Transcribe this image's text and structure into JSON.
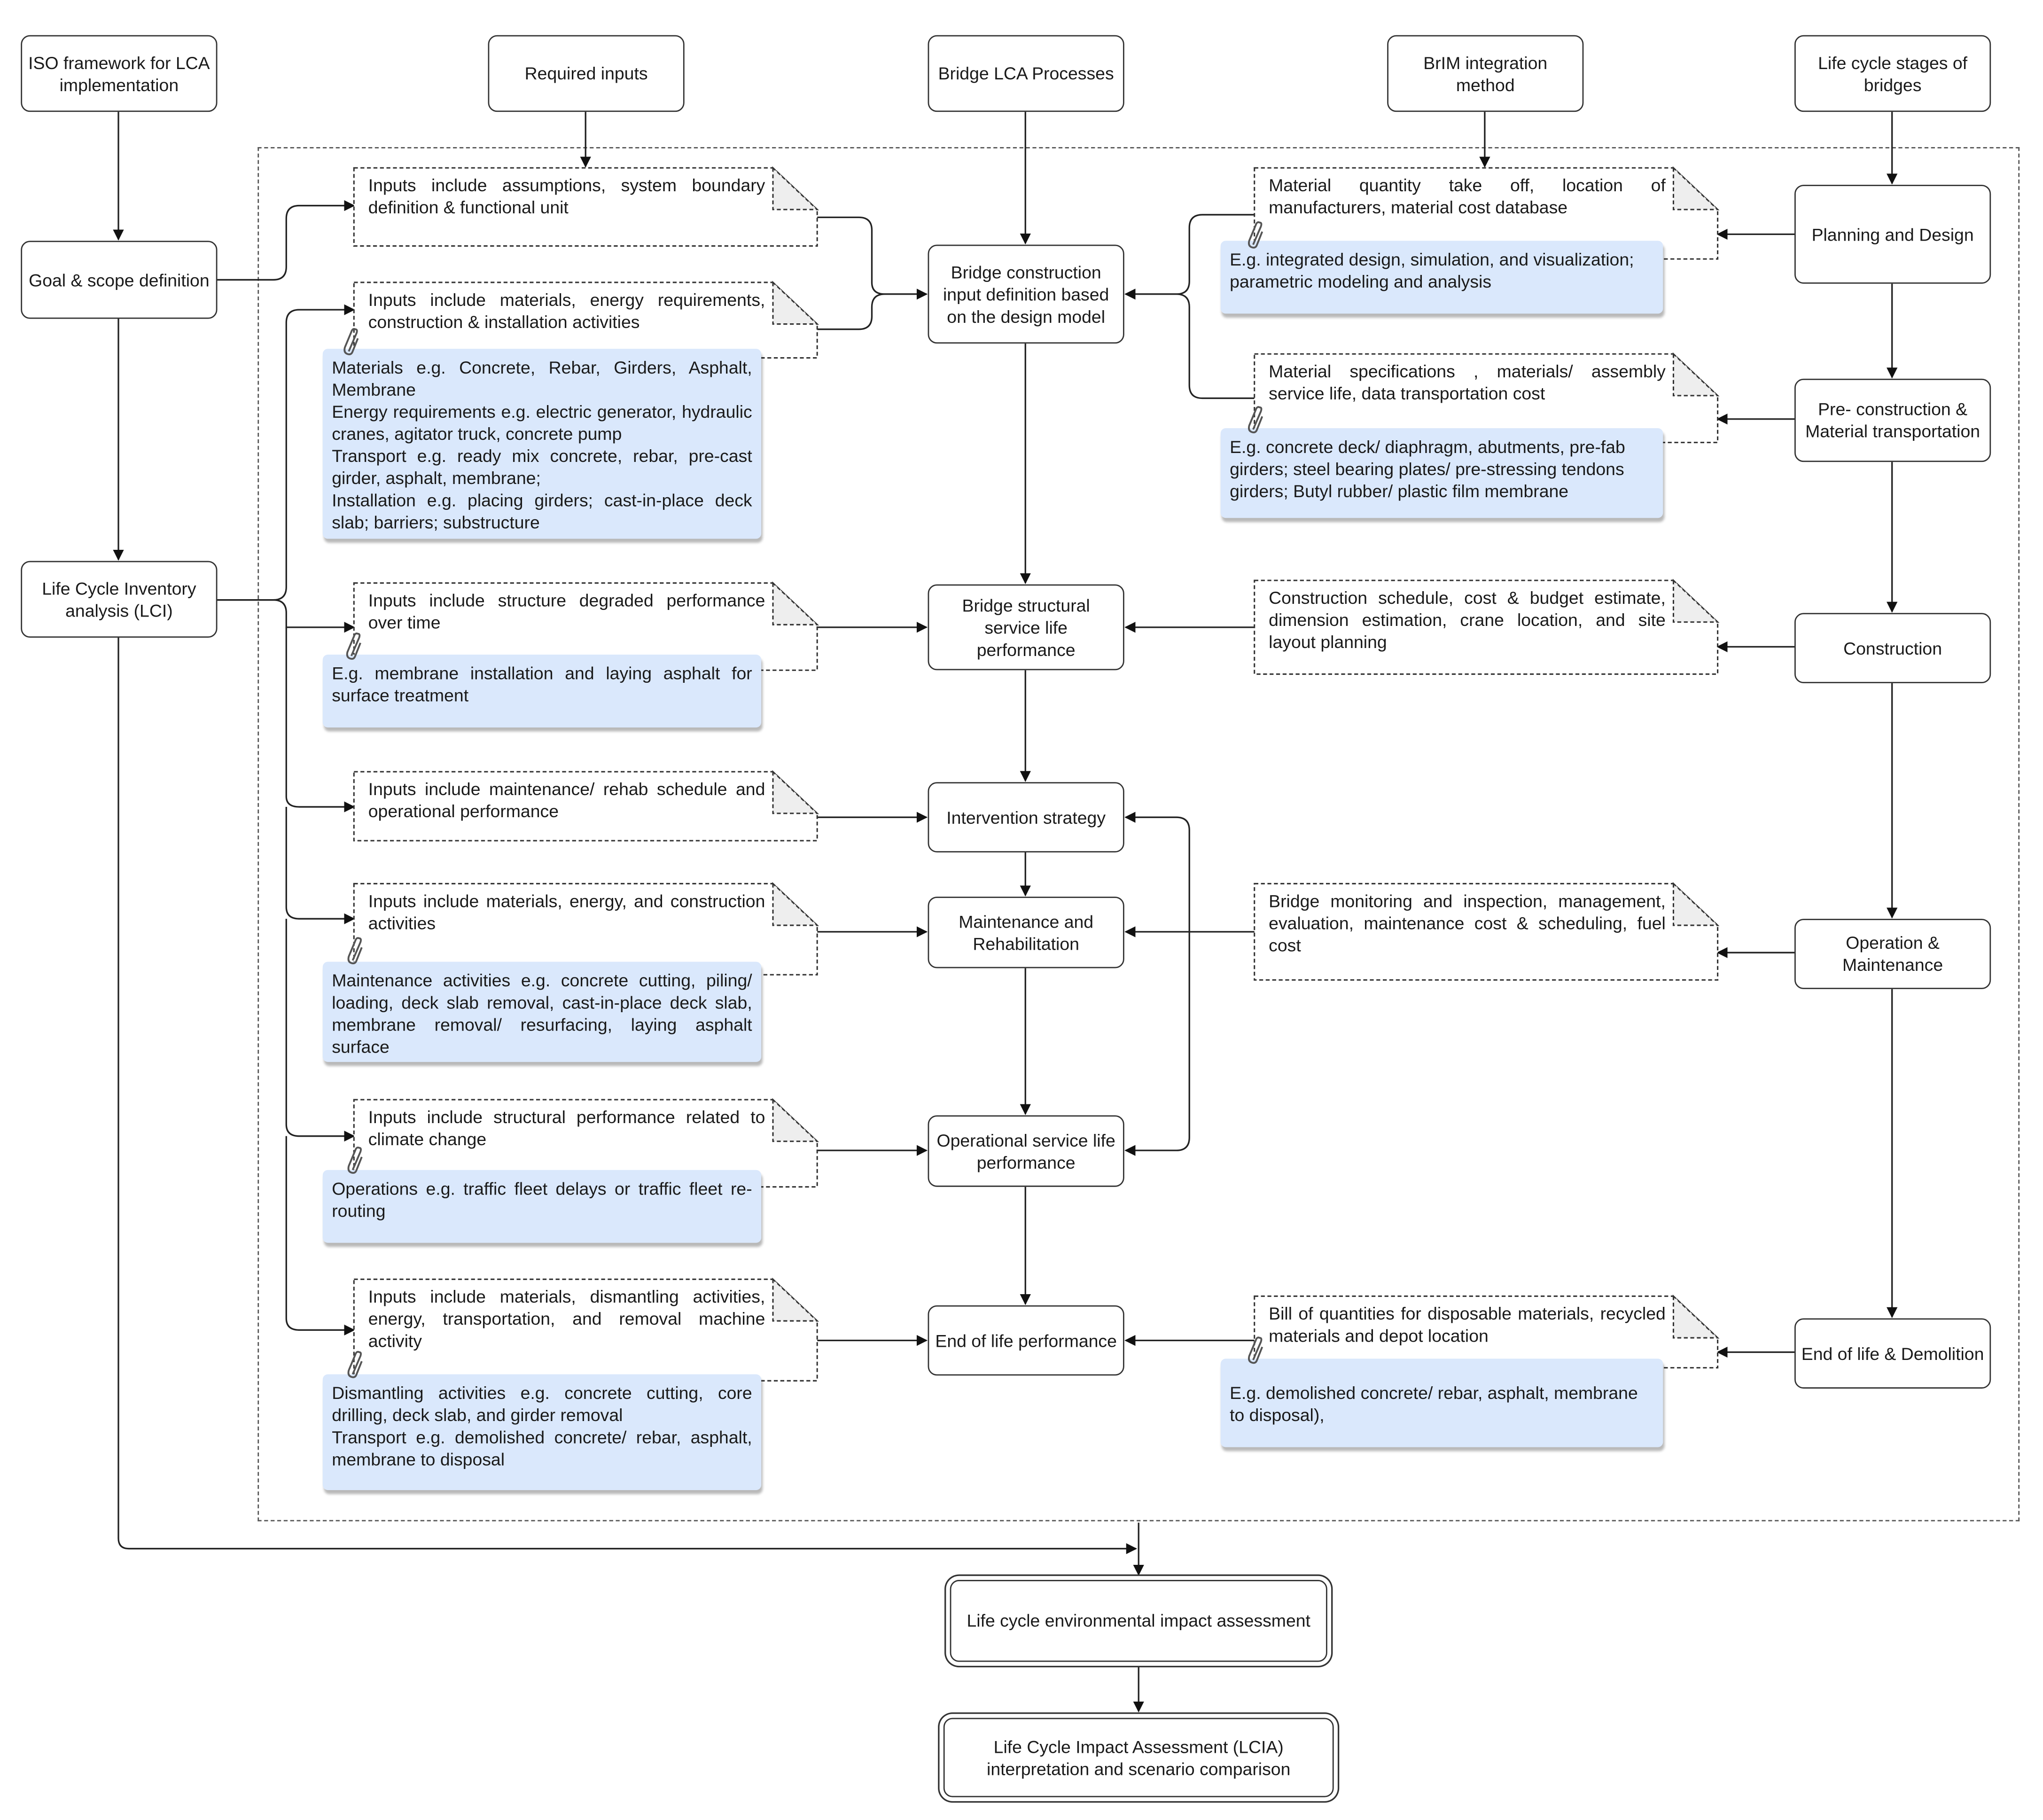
{
  "headers": {
    "iso": "ISO framework for LCA implementation",
    "required_inputs": "Required inputs",
    "bridge_lca": "Bridge LCA Processes",
    "brim": "BrIM integration method",
    "stages": "Life cycle stages of bridges"
  },
  "iso_steps": {
    "goal": "Goal & scope definition",
    "lci": "Life Cycle Inventory analysis (LCI)"
  },
  "processes": {
    "p1": "Bridge construction input definition based on the design model",
    "p2": "Bridge structural service life performance",
    "p3": "Intervention strategy",
    "p4": "Maintenance and Rehabilitation",
    "p5": "Operational service life performance",
    "p6": "End of life performance"
  },
  "stages": {
    "s1": "Planning and Design",
    "s2": "Pre- construction & Material transportation",
    "s3": "Construction",
    "s4": "Operation & Maintenance",
    "s5": "End of life & Demolition"
  },
  "inputs": {
    "n1": "Inputs include assumptions, system boundary definition & functional unit",
    "n2": "Inputs include materials, energy requirements, construction & installation activities",
    "n2_detail": "Materials e.g. Concrete, Rebar, Girders, Asphalt, Membrane\nEnergy requirements e.g. electric generator, hydraulic cranes, agitator truck, concrete pump\nTransport e.g. ready mix concrete, rebar, pre-cast girder, asphalt, membrane;\nInstallation e.g. placing girders; cast-in-place deck slab; barriers; substructure",
    "n3": "Inputs include structure degraded performance over time",
    "n3_detail": "E.g. membrane installation and laying asphalt for surface treatment",
    "n4": "Inputs include maintenance/ rehab schedule and operational performance",
    "n5": "Inputs include materials, energy, and construction activities",
    "n5_detail": "Maintenance activities e.g. concrete cutting, piling/ loading, deck slab removal, cast-in-place deck slab, membrane removal/ resurfacing, laying asphalt surface",
    "n6": "Inputs include structural performance related to climate change",
    "n6_detail": "Operations e.g. traffic fleet delays or traffic fleet re-routing",
    "n7": "Inputs include materials, dismantling activities, energy, transportation, and removal machine activity",
    "n7_detail": "Dismantling activities e.g. concrete cutting, core drilling, deck slab, and girder removal\nTransport e.g. demolished concrete/ rebar, asphalt, membrane to disposal"
  },
  "brim_notes": {
    "b1": "Material quantity take off, location of manufacturers, material cost database",
    "b1_detail": "E.g. integrated design, simulation, and visualization; parametric modeling and analysis",
    "b2": "Material specifications , materials/ assembly service life, data transportation cost",
    "b2_detail": "E.g. concrete deck/ diaphragm, abutments, pre-fab girders; steel bearing plates/ pre-stressing tendons girders; Butyl rubber/ plastic film membrane",
    "b3": "Construction schedule, cost & budget estimate, dimension estimation, crane location, and site layout planning",
    "b4": "Bridge monitoring and inspection, management, evaluation, maintenance cost & scheduling, fuel cost",
    "b5": "Bill of quantities for disposable materials, recycled materials and depot location",
    "b5_detail": "E.g. demolished concrete/ rebar, asphalt, membrane to disposal),"
  },
  "assessment": {
    "a1": "Life cycle environmental impact assessment",
    "a2": "Life Cycle Impact Assessment (LCIA) interpretation and scenario comparison"
  },
  "colors": {
    "detail_fill": "#dae8fc",
    "line": "#222222"
  },
  "icons": {
    "attachment": "paperclip-icon"
  }
}
